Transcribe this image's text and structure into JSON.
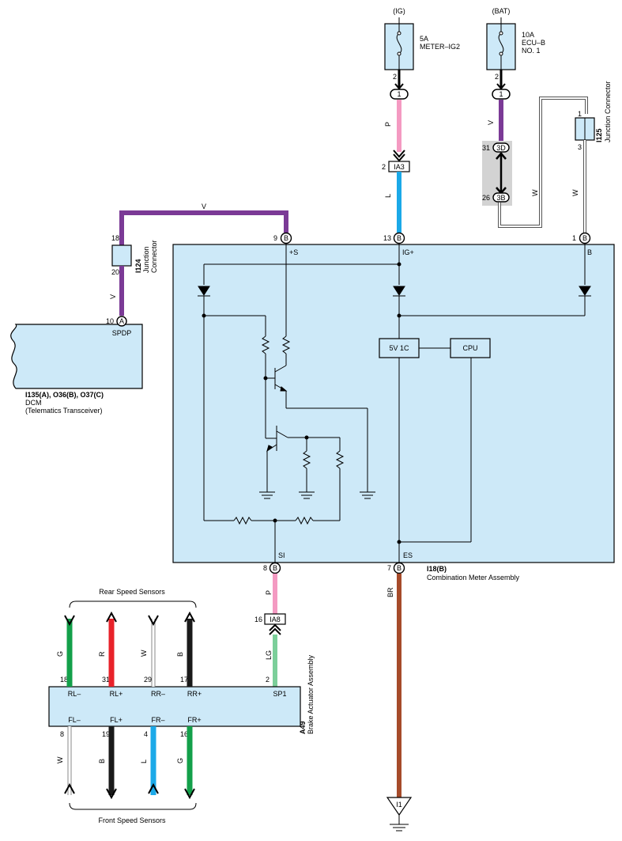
{
  "power_sources": {
    "ig": {
      "name": "(IG)",
      "rating": "5A",
      "fuse": "METER–IG2",
      "pin": "2",
      "connector": "1"
    },
    "bat": {
      "name": "(BAT)",
      "rating": "10A",
      "fuse_line1": "ECU–B",
      "fuse_line2": "NO. 1",
      "pin": "2",
      "connector": "1"
    }
  },
  "wires": {
    "ig_top": "P",
    "ig_bottom": "L",
    "bat_top": "V",
    "bat_w1": "W",
    "bat_w2": "W",
    "dcm_top": "V",
    "dcm_side": "V",
    "si": "P",
    "sp1": "LG",
    "es": "BR"
  },
  "connectors": {
    "ia3": {
      "label": "IA3",
      "pin": "2"
    },
    "ia8": {
      "label": "IA8",
      "pin": "16"
    },
    "bat_3d": {
      "label": "3D",
      "pin": "31"
    },
    "bat_3b": {
      "label": "3B",
      "pin": "26"
    },
    "i124": {
      "id": "I124",
      "name_line1": "Junction",
      "name_line2": "Connector",
      "pin_top": "18",
      "pin_bottom": "20"
    },
    "i125": {
      "id": "I125",
      "name_line1": "Junction Connector",
      "pin_top": "1",
      "pin_bottom": "3"
    }
  },
  "meter": {
    "id": "I18(B)",
    "name": "Combination Meter Assembly",
    "terminals": {
      "s": {
        "pin": "9",
        "conn": "B",
        "label": "+S"
      },
      "ig": {
        "pin": "13",
        "conn": "B",
        "label": "IG+"
      },
      "b": {
        "pin": "1",
        "conn": "B",
        "label": "B"
      },
      "si": {
        "pin": "8",
        "conn": "B",
        "label": "SI"
      },
      "es": {
        "pin": "7",
        "conn": "B",
        "label": "ES"
      }
    },
    "blocks": {
      "regulator": "5V 1C",
      "cpu": "CPU"
    }
  },
  "dcm": {
    "id": "I135(A), O36(B), O37(C)",
    "name": "DCM",
    "subtitle": "(Telematics Transceiver)",
    "pin": "10",
    "conn": "A",
    "terminal": "SPDP"
  },
  "brake_actuator": {
    "id": "A49",
    "name": "Brake Actuator Assembly",
    "rear_group": "Rear Speed Sensors",
    "front_group": "Front Speed Sensors",
    "top_terminals": [
      {
        "label": "RL–",
        "pin": "18",
        "wire": "G",
        "color": "#13a04a"
      },
      {
        "label": "RL+",
        "pin": "31",
        "wire": "R",
        "color": "#e8222a"
      },
      {
        "label": "RR–",
        "pin": "29",
        "wire": "W",
        "color": "#ffffff"
      },
      {
        "label": "RR+",
        "pin": "17",
        "wire": "B",
        "color": "#1a1a1a"
      },
      {
        "label": "SP1",
        "pin": "2",
        "wire": "LG",
        "color": "#7ccf9a"
      }
    ],
    "bottom_terminals": [
      {
        "label": "FL–",
        "pin": "8",
        "wire": "W",
        "color": "#ffffff"
      },
      {
        "label": "FL+",
        "pin": "19",
        "wire": "B",
        "color": "#1a1a1a"
      },
      {
        "label": "FR–",
        "pin": "4",
        "wire": "L",
        "color": "#1ba9e8"
      },
      {
        "label": "FR+",
        "pin": "16",
        "wire": "G",
        "color": "#13a04a"
      }
    ]
  },
  "ground": {
    "label": "I1"
  },
  "colors": {
    "box_fill": "#cde9f8",
    "wire_p": "#f49ac2",
    "wire_l": "#1ba9e8",
    "wire_v": "#7b3a96",
    "wire_br": "#a64b2a",
    "wire_lg": "#7ccf9a",
    "shade": "#d3d3d3"
  }
}
